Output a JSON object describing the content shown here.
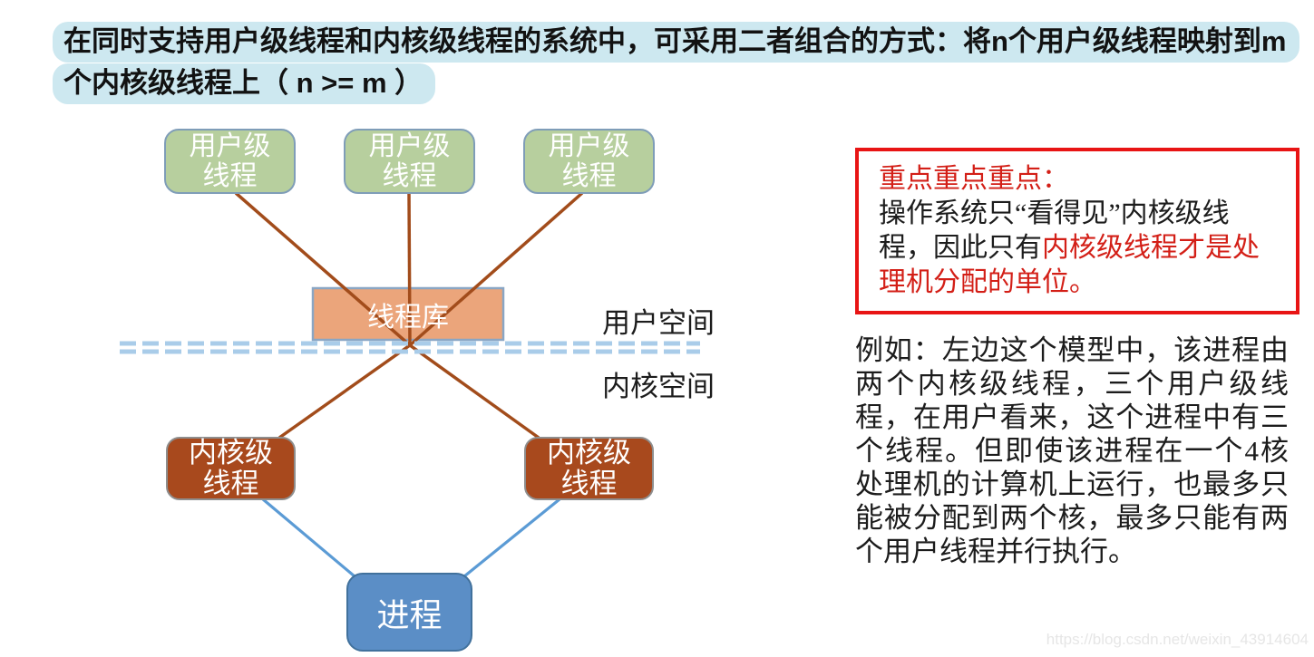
{
  "headline": {
    "line1": "在同时支持用户级线程和内核级线程的系统中，可采用二者组合的方式：将n个用户级线程映射到m",
    "line2": "个内核级线程上（ n >= m ）"
  },
  "diagram": {
    "user_thread_label": [
      "用户级",
      "线程"
    ],
    "kernel_thread_label": [
      "内核级",
      "线程"
    ],
    "thread_library": "线程库",
    "process": "进程",
    "user_space_label": "用户空间",
    "kernel_space_label": "内核空间",
    "user_thread_count": 3,
    "kernel_thread_count": 2
  },
  "note": {
    "title": "重点重点重点：",
    "body_black": "操作系统只“看得见”内核级线程，因此只有",
    "body_red": "内核级线程才是处理机分配的单位。"
  },
  "example": {
    "text": "例如：左边这个模型中，该进程由两个内核级线程，三个用户级线程，在用户看来，这个进程中有三个线程。但即使该进程在一个4核处理机的计算机上运行，也最多只能被分配到两个核，最多只能有两个用户线程并行执行。"
  },
  "watermark": "https://blog.csdn.net/weixin_43914604",
  "colors": {
    "highlight": "#cde8f0",
    "green_fill": "#b7cf9e",
    "green_border": "#7f9db8",
    "library_fill": "#eba57b",
    "library_border": "#8aa6c4",
    "kernel_fill": "#a8491d",
    "kernel_border": "#8e8e8e",
    "process_fill": "#5b8ec6",
    "process_border": "#41719c",
    "line_brown": "#a24c1b",
    "line_blue": "#5b9bd5",
    "dash_blue": "#a9cce9",
    "accent_red": "#d31f17",
    "text_black": "#1c1c1c",
    "watermark_gray": "#e6e6e6"
  }
}
